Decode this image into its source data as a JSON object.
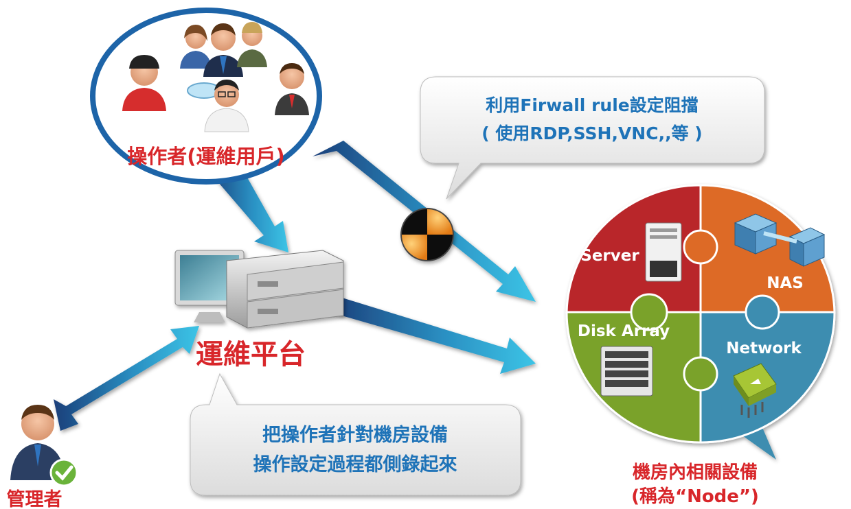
{
  "operators": {
    "label": "操作者(運維用戶)"
  },
  "platform": {
    "label": "運維平台"
  },
  "admin": {
    "label": "管理者"
  },
  "firewall_note": {
    "line1": "利用Firwall rule設定阻擋",
    "line2": "( 使用RDP,SSH,VNC,,等 )"
  },
  "record_note": {
    "line1": "把操作者針對機房設備",
    "line2": "操作設定過程都側錄起來"
  },
  "puzzle": {
    "server": "Server",
    "nas": "NAS",
    "disk_array": "Disk Array",
    "network": "Network"
  },
  "devices": {
    "line1": "機房內相關設備",
    "line2": "(稱為“Node”)"
  },
  "colors": {
    "accent_red": "#d8262a",
    "note_text": "#1e73b8",
    "ellipse_stroke": "#1d64a8",
    "arrow": "#2a8fc2",
    "server_piece": "#b9262c",
    "nas_piece": "#dd6a26",
    "disk_piece": "#7aa22c",
    "network_piece": "#3d8db0"
  }
}
